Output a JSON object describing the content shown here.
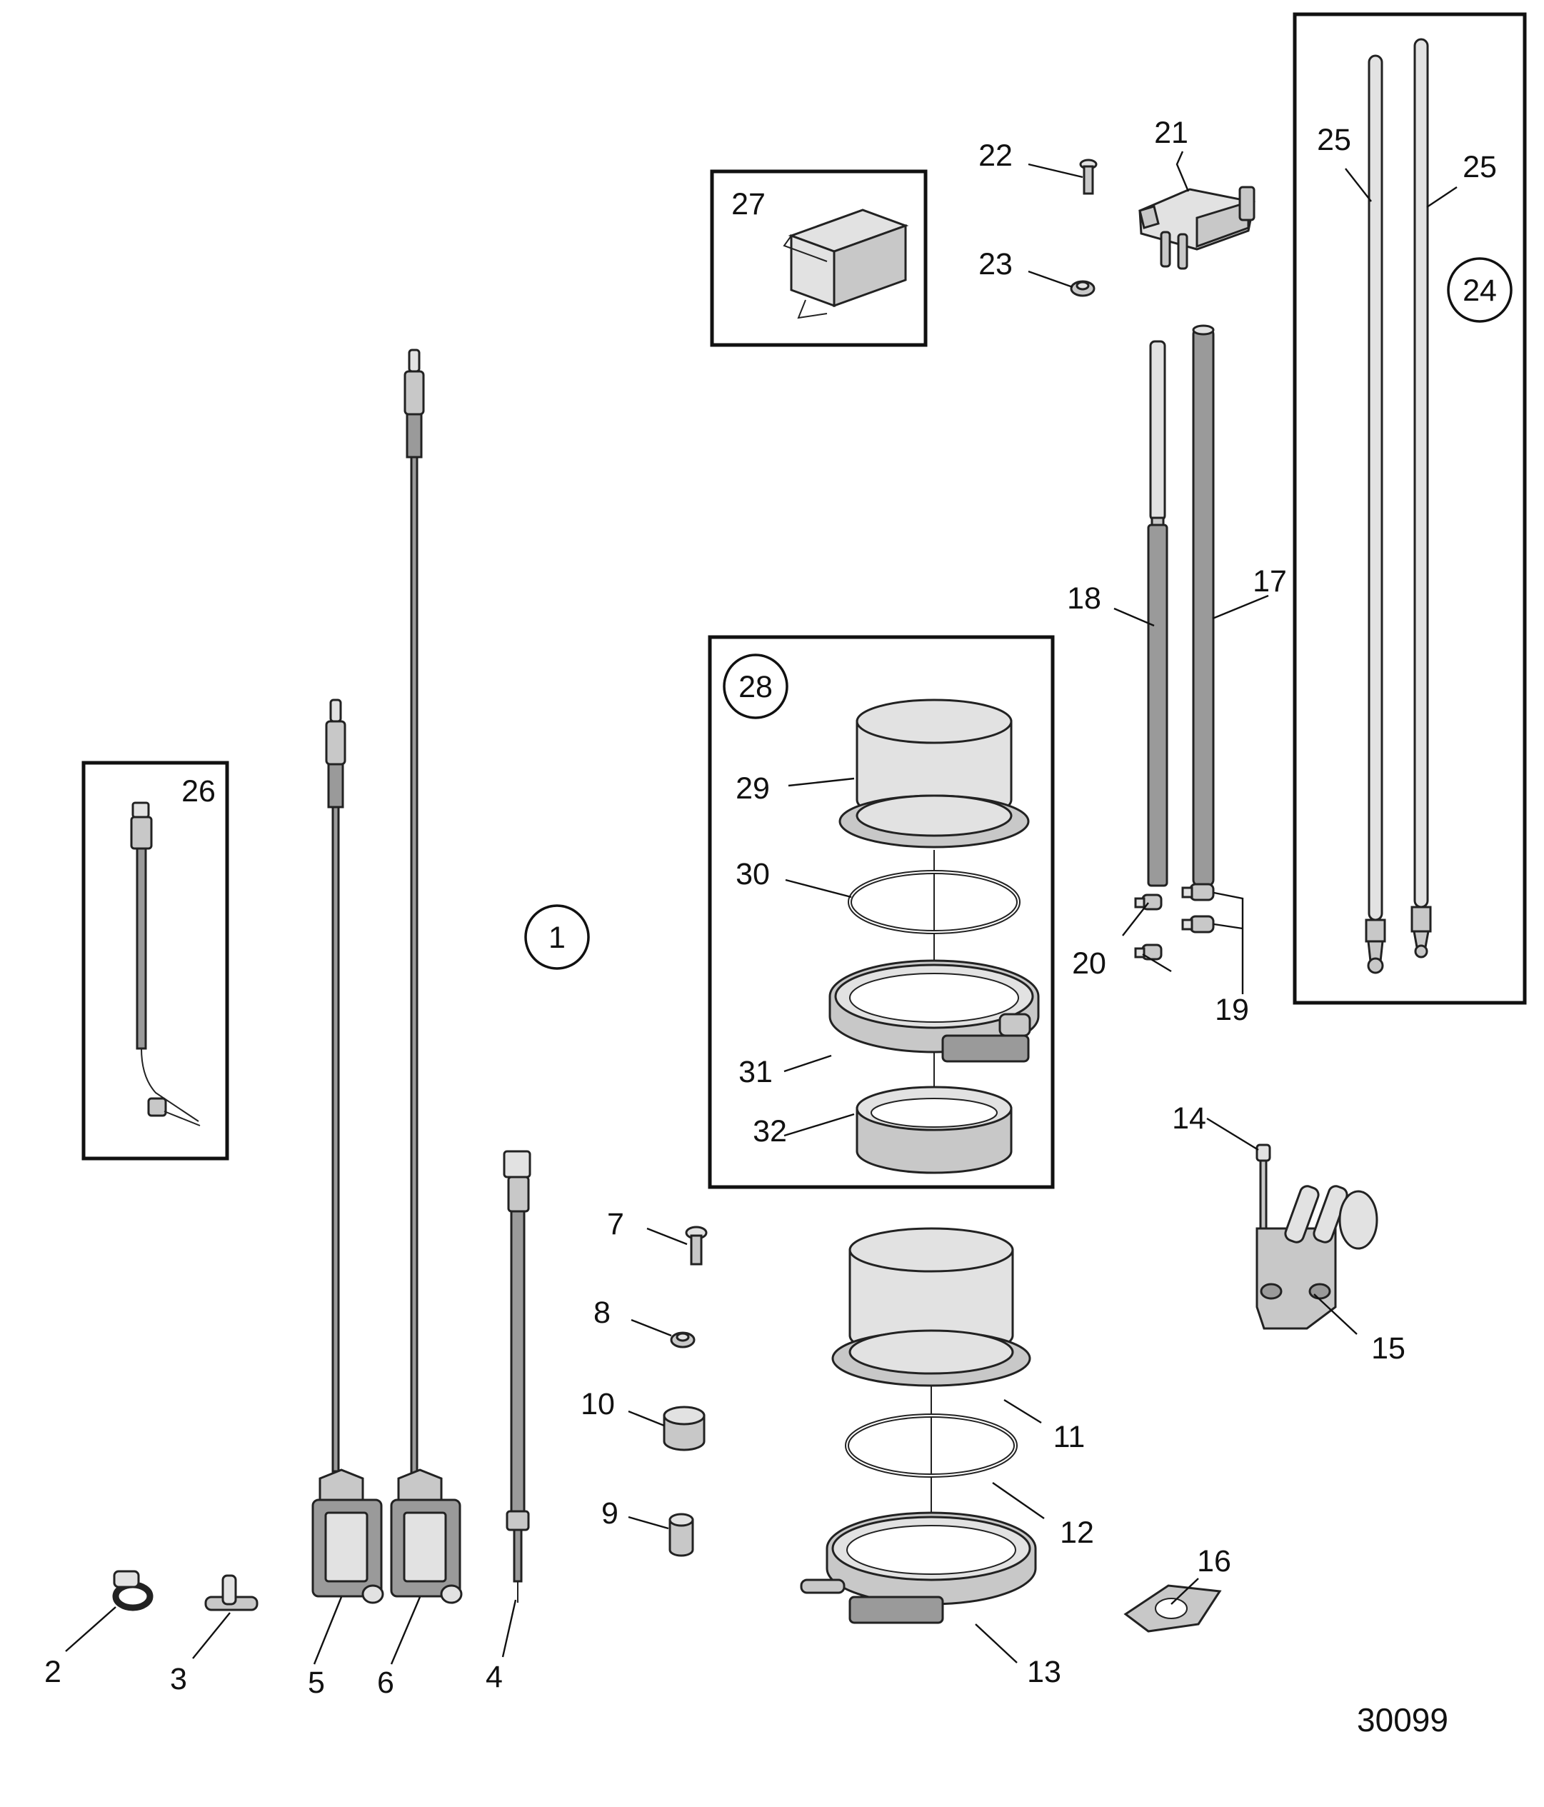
{
  "figure_number": "30099",
  "callouts": {
    "c1": "1",
    "c2": "2",
    "c3": "3",
    "c4": "4",
    "c5": "5",
    "c6": "6",
    "c7": "7",
    "c8": "8",
    "c9": "9",
    "c10": "10",
    "c11": "11",
    "c12": "12",
    "c13": "13",
    "c14": "14",
    "c15": "15",
    "c16": "16",
    "c17": "17",
    "c18": "18",
    "c19": "19",
    "c20": "20",
    "c21": "21",
    "c22": "22",
    "c23": "23",
    "c24": "24",
    "c25a": "25",
    "c25b": "25",
    "c26": "26",
    "c27": "27",
    "c28": "28",
    "c29": "29",
    "c30": "30",
    "c31": "31",
    "c32": "32"
  }
}
